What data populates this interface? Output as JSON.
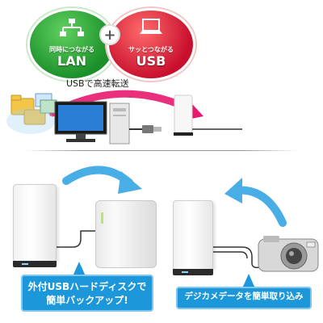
{
  "badges": {
    "lan": {
      "sub": "同時につながる",
      "main": "LAN",
      "color": "#1b8f2a"
    },
    "usb": {
      "sub": "サッとつながる",
      "main": "USB",
      "color": "#c8102e"
    }
  },
  "usb_caption": "USBで高速転送",
  "captions": {
    "left_line1": "外付USBハードディスクで",
    "left_line2": "簡単バックアップ!",
    "right": "デジカメデータを簡単取り込み"
  },
  "colors": {
    "arrow_pink": "#e8186f",
    "arrow_blue": "#4aaee6",
    "caption_bg": "#1c97d9"
  },
  "icons": [
    "network-icon",
    "laptop-icon",
    "folder-icon",
    "monitor-icon",
    "tower-pc-icon",
    "usb-plug-icon",
    "camera-icon"
  ]
}
